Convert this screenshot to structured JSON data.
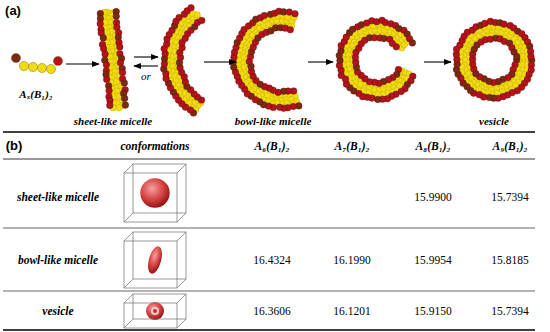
{
  "diagram": {
    "nodes": [
      {
        "text": [
          "Aₓ(B₁)₂"
        ]
      },
      {
        "text": [
          "sheet-like micelle"
        ]
      },
      {
        "text": [
          "bowl-like micelle"
        ]
      },
      {
        "text": [
          "vesicle"
        ]
      }
    ],
    "edges": [
      {
        "from": 0,
        "to": 1,
        "arrow": "to"
      }
    ],
    "labels": [
      "(a)",
      "or",
      "(b)",
      "conformations",
      "A₆(B₁)₂",
      "A₇(B₁)₂",
      "A₈(B₁)₂",
      "A₉(B₁)₂",
      "sheet-like micelle",
      "15.9900",
      "15.7394",
      "bowl-like micelle",
      "16.4324",
      "16.1990",
      "15.9954",
      "15.8185",
      "vesicle",
      "16.3606",
      "16.1201",
      "15.9150",
      "15.7394"
    ]
  }
}
